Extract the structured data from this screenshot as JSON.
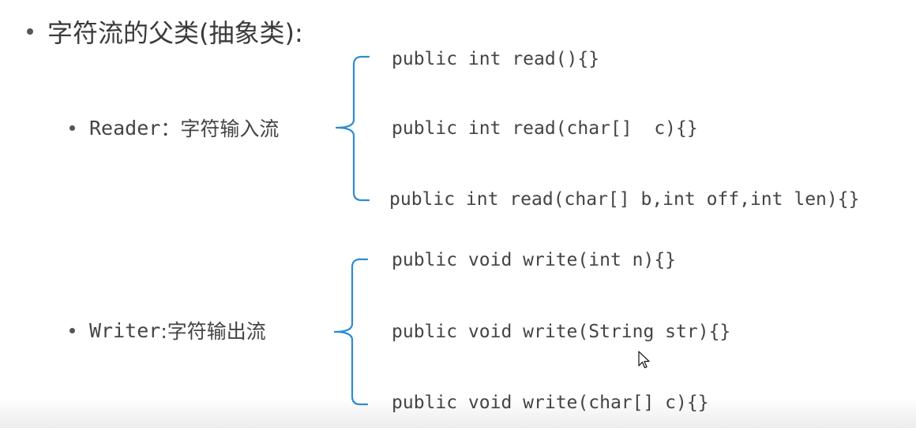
{
  "heading": {
    "text": "字符流的父类(抽象类):"
  },
  "reader": {
    "label_name": "Reader",
    "label_desc": "：字符输入流",
    "methods": [
      "public int read(){}",
      "public int read(char[]  c){}",
      "public int read(char[] b,int off,int len){}"
    ]
  },
  "writer": {
    "label_name": "Writer",
    "label_desc": ":字符输出流",
    "methods": [
      "public void write(int n){}",
      "public void write(String str){}",
      "public void write(char[] c){}"
    ]
  },
  "colors": {
    "brace": "#2e8bd0",
    "text": "#444444",
    "background": "#ffffff"
  },
  "icons": {
    "cursor": "mouse-pointer-icon",
    "bullet": "bullet-dot-icon"
  }
}
